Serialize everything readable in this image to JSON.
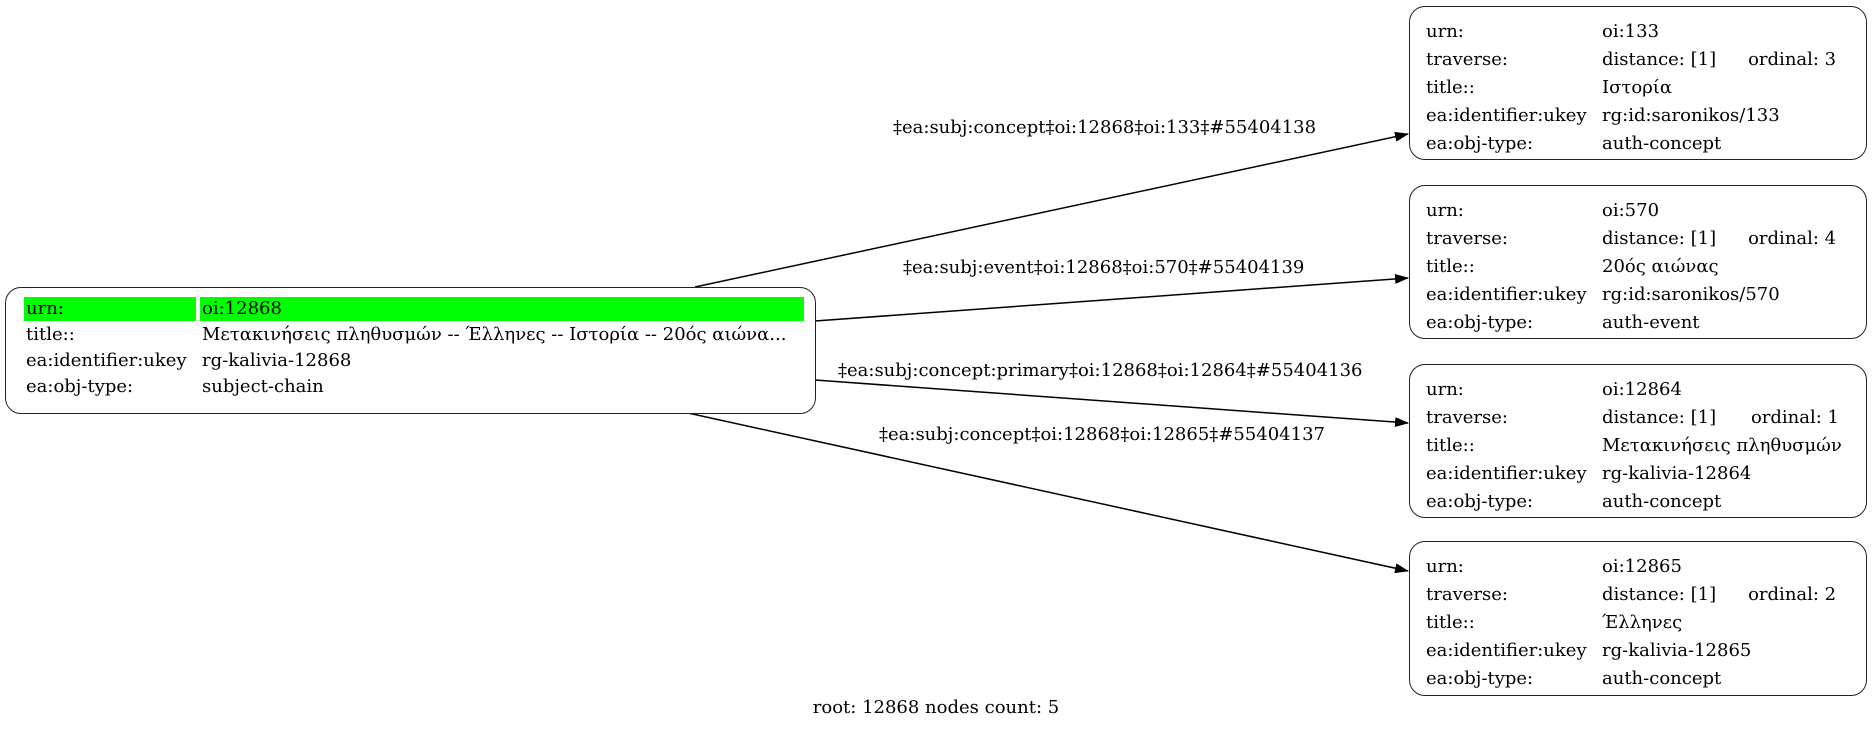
{
  "root_node": {
    "highlight_color": "#00ff00",
    "rows": [
      {
        "key": "urn:",
        "value": "oi:12868",
        "highlighted": true
      },
      {
        "key": "title::",
        "value": "Μετακινήσεις πληθυσμών -- Έλληνες -- Ιστορία -- 20ός αιώνα..."
      },
      {
        "key": "ea:identifier:ukey",
        "value": "rg-kalivia-12868"
      },
      {
        "key": "ea:obj-type:",
        "value": "subject-chain"
      }
    ]
  },
  "child_nodes": [
    {
      "urn_key": "urn:",
      "urn": "oi:133",
      "traverse_key": "traverse:",
      "distance": "distance: [1]",
      "ordinal": "ordinal: 3",
      "title_key": "title::",
      "title": "Ιστορία",
      "ukey_key": "ea:identifier:ukey",
      "ukey": "rg:id:saronikos/133",
      "type_key": "ea:obj-type:",
      "type": "auth-concept"
    },
    {
      "urn_key": "urn:",
      "urn": "oi:570",
      "traverse_key": "traverse:",
      "distance": "distance: [1]",
      "ordinal": "ordinal: 4",
      "title_key": "title::",
      "title": "20ός αιώνας",
      "ukey_key": "ea:identifier:ukey",
      "ukey": "rg:id:saronikos/570",
      "type_key": "ea:obj-type:",
      "type": "auth-event"
    },
    {
      "urn_key": "urn:",
      "urn": "oi:12864",
      "traverse_key": "traverse:",
      "distance": "distance: [1]",
      "ordinal": "ordinal: 1",
      "title_key": "title::",
      "title": "Μετακινήσεις πληθυσμών",
      "ukey_key": "ea:identifier:ukey",
      "ukey": "rg-kalivia-12864",
      "type_key": "ea:obj-type:",
      "type": "auth-concept"
    },
    {
      "urn_key": "urn:",
      "urn": "oi:12865",
      "traverse_key": "traverse:",
      "distance": "distance: [1]",
      "ordinal": "ordinal: 2",
      "title_key": "title::",
      "title": "Έλληνες",
      "ukey_key": "ea:identifier:ukey",
      "ukey": "rg-kalivia-12865",
      "type_key": "ea:obj-type:",
      "type": "auth-concept"
    }
  ],
  "edges": [
    {
      "from": "oi:12868",
      "to": "oi:133",
      "label": "‡ea:subj:concept‡oi:12868‡oi:133‡#55404138"
    },
    {
      "from": "oi:12868",
      "to": "oi:570",
      "label": "‡ea:subj:event‡oi:12868‡oi:570‡#55404139"
    },
    {
      "from": "oi:12868",
      "to": "oi:12864",
      "label": "‡ea:subj:concept:primary‡oi:12868‡oi:12864‡#55404136"
    },
    {
      "from": "oi:12868",
      "to": "oi:12865",
      "label": "‡ea:subj:concept‡oi:12868‡oi:12865‡#55404137"
    }
  ],
  "footer": "root: 12868 nodes count: 5"
}
